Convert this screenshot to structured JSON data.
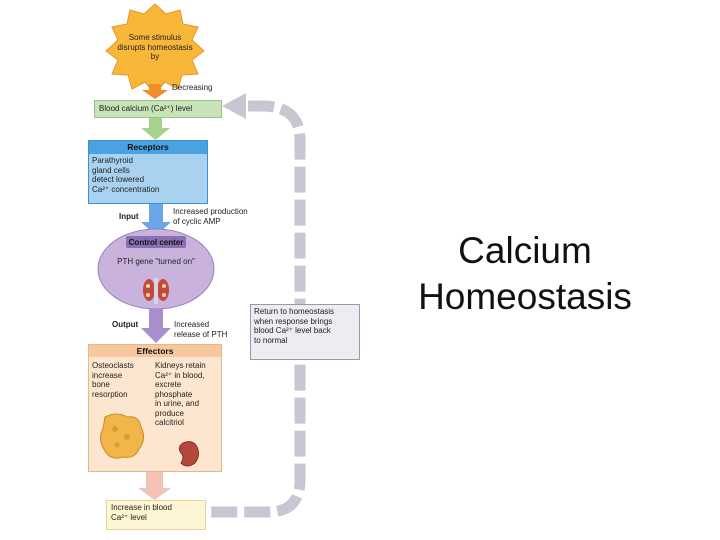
{
  "slide": {
    "title": "Calcium\nHomeostasis"
  },
  "diagram": {
    "stimulus": "Some stimulus\ndisrupts homeostasis\nby",
    "decreasing": "Decreasing",
    "blood_calcium_level": "Blood calcium (Ca²⁺) level",
    "receptors": {
      "header": "Receptors",
      "text": "Parathyroid\ngland cells\ndetect lowered\nCa²⁺ concentration"
    },
    "input_label": "Input",
    "input_note": "Increased production\nof cyclic AMP",
    "control_center": {
      "header": "Control center",
      "text": "PTH gene \"turned on\""
    },
    "output_label": "Output",
    "output_note": "Increased\nrelease of PTH",
    "effectors": {
      "header": "Effectors",
      "left_text": "Osteoclasts\nincrease\nbone\nresorption",
      "right_text": "Kidneys retain\nCa²⁺ in blood,\nexcrete\nphosphate\nin urine, and\nproduce\ncalcitriol"
    },
    "result": "Increase in blood\nCa²⁺ level",
    "return_note": "Return to homeostasis\nwhen response brings\nblood Ca²⁺ level back\nto normal"
  },
  "colors": {
    "starburst": "#f9b73a",
    "green_box": "#c9e3b8",
    "blue_box": "#a9d2f0",
    "control_center": "#c9b3dd",
    "peach_box": "#fde6cf",
    "loop_arrow": "#c8c6d3"
  }
}
